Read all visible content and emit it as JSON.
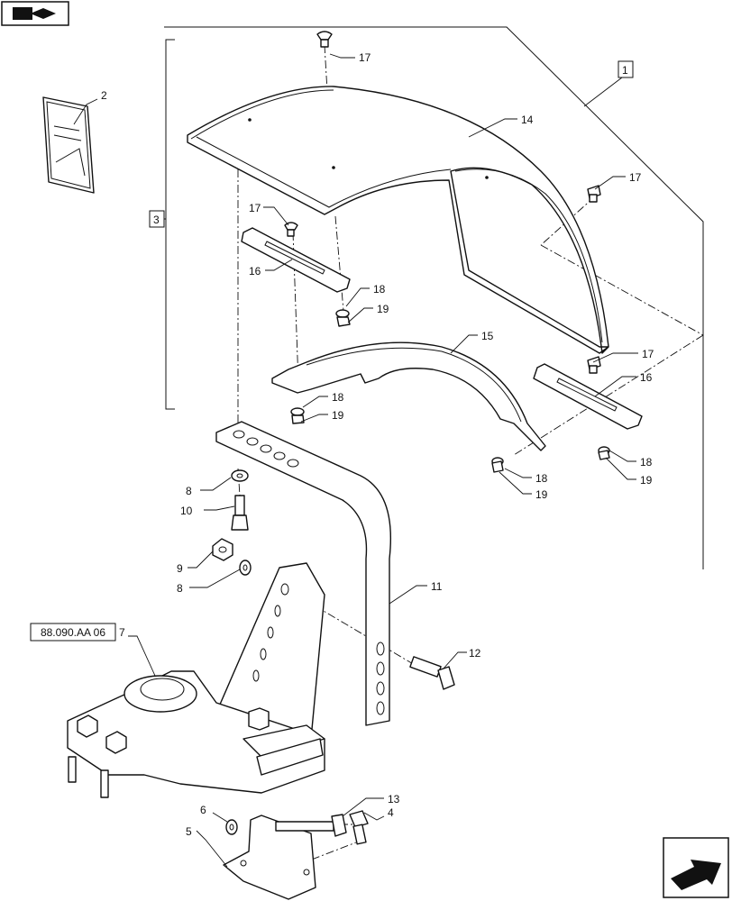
{
  "callouts": [
    {
      "id": "c17a",
      "text": "17"
    },
    {
      "id": "c2",
      "text": "2"
    },
    {
      "id": "c14",
      "text": "14"
    },
    {
      "id": "c1",
      "text": "1"
    },
    {
      "id": "c17b",
      "text": "17"
    },
    {
      "id": "c3",
      "text": "3"
    },
    {
      "id": "c17c",
      "text": "17"
    },
    {
      "id": "c16a",
      "text": "16"
    },
    {
      "id": "c18a",
      "text": "18"
    },
    {
      "id": "c19a",
      "text": "19"
    },
    {
      "id": "c15",
      "text": "15"
    },
    {
      "id": "c17d",
      "text": "17"
    },
    {
      "id": "c16b",
      "text": "16"
    },
    {
      "id": "c18b",
      "text": "18"
    },
    {
      "id": "c19b",
      "text": "19"
    },
    {
      "id": "c18c",
      "text": "18"
    },
    {
      "id": "c19c",
      "text": "19"
    },
    {
      "id": "c18d",
      "text": "18"
    },
    {
      "id": "c19d",
      "text": "19"
    },
    {
      "id": "c8a",
      "text": "8"
    },
    {
      "id": "c10",
      "text": "10"
    },
    {
      "id": "c9",
      "text": "9"
    },
    {
      "id": "c8b",
      "text": "8"
    },
    {
      "id": "c11",
      "text": "11"
    },
    {
      "id": "c7",
      "text": "7"
    },
    {
      "id": "c12",
      "text": "12"
    },
    {
      "id": "c6",
      "text": "6"
    },
    {
      "id": "c13",
      "text": "13"
    },
    {
      "id": "c4",
      "text": "4"
    },
    {
      "id": "c5",
      "text": "5"
    }
  ],
  "reference_label": "88.090.AA 06",
  "icons": {
    "top_left": "book-arrow-icon",
    "bottom_right": "next-page-arrow-icon"
  }
}
